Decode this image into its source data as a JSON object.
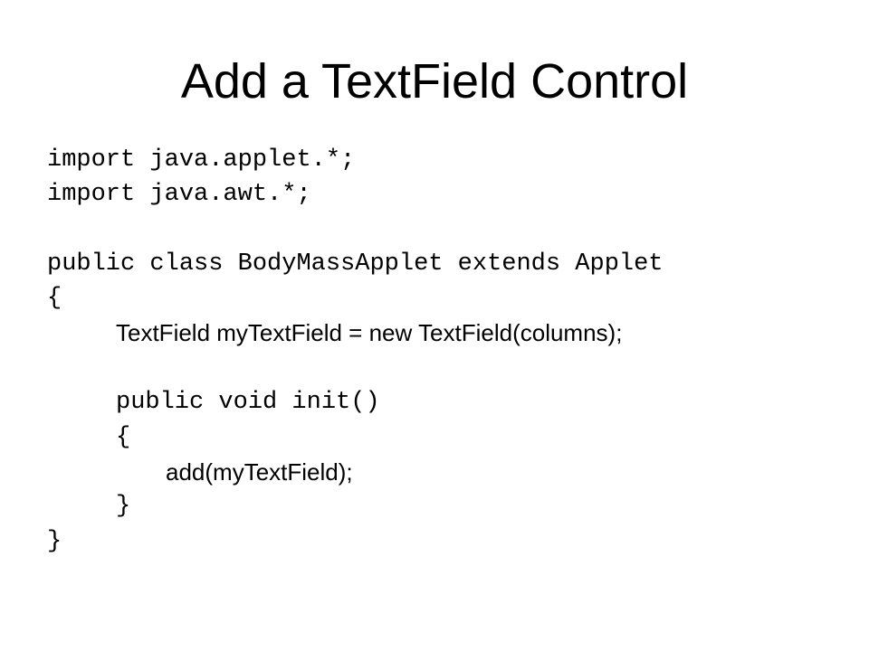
{
  "slide": {
    "title": "Add a TextField Control",
    "code_lines": [
      "import java.applet.*;",
      "import java.awt.*;",
      "public class BodyMassApplet extends Applet",
      "{",
      "TextField myTextField = new TextField(columns);",
      "public void init()",
      "{",
      "add(myTextField);",
      "}",
      "}"
    ]
  }
}
